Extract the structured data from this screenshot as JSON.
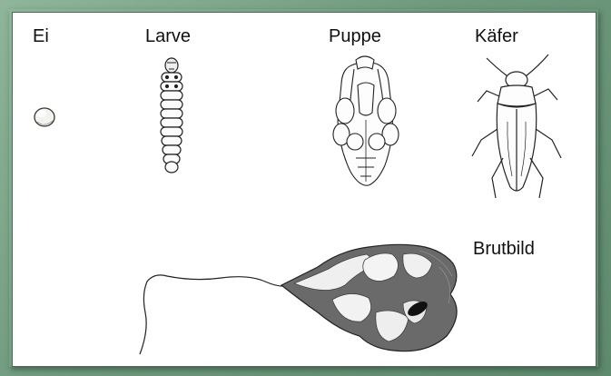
{
  "labels": {
    "egg": "Ei",
    "larva": "Larve",
    "pupa": "Puppe",
    "beetle": "Käfer",
    "gallery": "Brutbild"
  },
  "colors": {
    "background": "#7fa58a",
    "panel": "#ffffff",
    "ink": "#111111"
  }
}
